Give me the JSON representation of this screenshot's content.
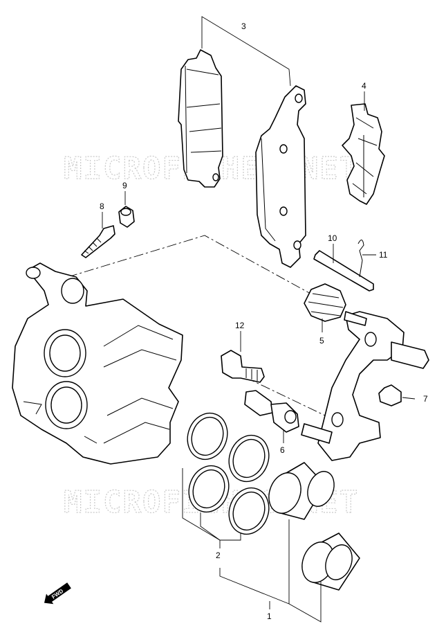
{
  "watermark": "MICROFICHES.NET",
  "direction_arrow": {
    "label": "FWD",
    "icon": "forward-arrow-icon"
  },
  "callouts": {
    "c1": "1",
    "c2": "2",
    "c3": "3",
    "c4": "4",
    "c5": "5",
    "c6": "6",
    "c7": "7",
    "c8": "8",
    "c9": "9",
    "c10": "10",
    "c11": "11",
    "c12": "12"
  }
}
